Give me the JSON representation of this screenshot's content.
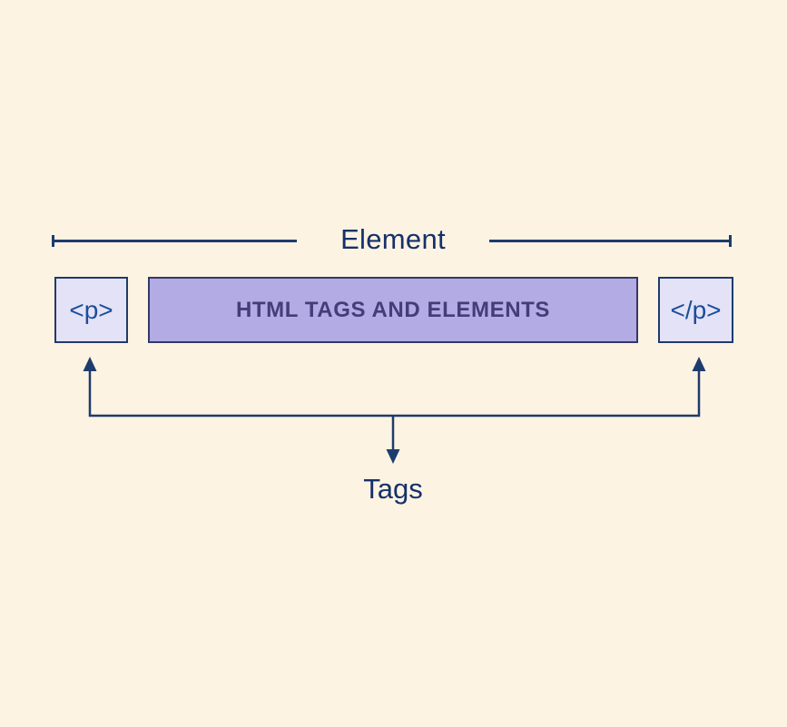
{
  "diagram": {
    "title": "Element",
    "open_tag": "<p>",
    "content_label": "HTML TAGS AND ELEMENTS",
    "close_tag": "</p>",
    "tags_label": "Tags"
  },
  "colors": {
    "background": "#fdf3e2",
    "line_navy": "#1e3b6d",
    "label_text": "#15316a",
    "tag_box_fill": "#e4e2f6",
    "tag_box_border": "#1e3b6d",
    "tag_text": "#1b4e9b",
    "content_box_fill": "#b2abe4",
    "content_box_border": "#323a66",
    "content_text": "#453c78"
  }
}
